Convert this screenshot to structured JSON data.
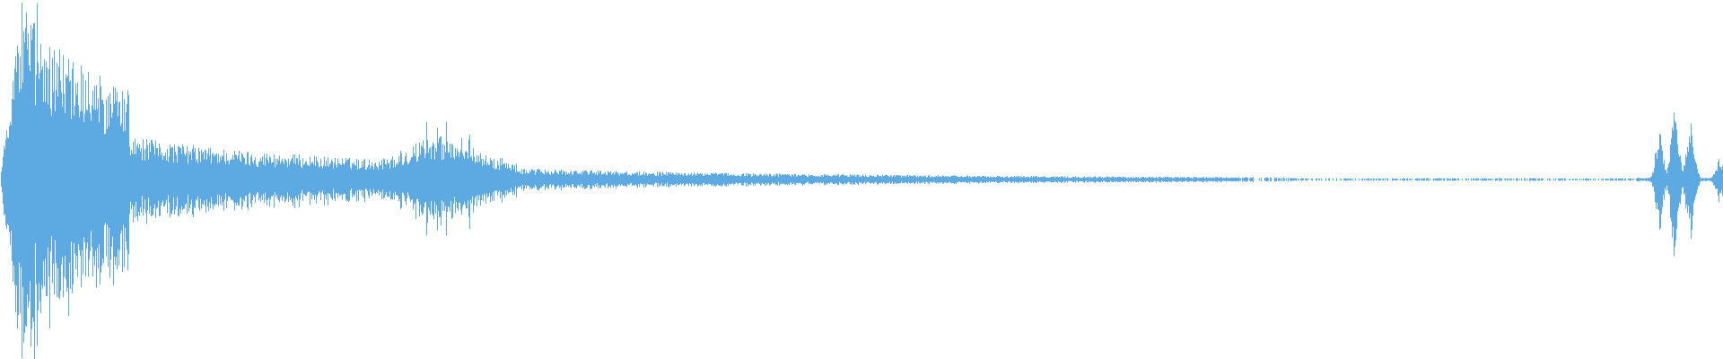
{
  "waveform": {
    "color": "#5DA9E1",
    "background": "#FFFFFF",
    "segments": [
      {
        "label": "early-burst",
        "start": 0.0,
        "end": 0.075,
        "peak": 0.92
      },
      {
        "label": "early-decay",
        "start": 0.075,
        "end": 0.22,
        "peak": 0.2
      },
      {
        "label": "mid-burst",
        "start": 0.22,
        "end": 0.3,
        "peak": 0.22
      },
      {
        "label": "taper",
        "start": 0.3,
        "end": 0.75,
        "peak": 0.05
      },
      {
        "label": "near-silence",
        "start": 0.75,
        "end": 0.95,
        "peak": 0.01
      },
      {
        "label": "final-pulses",
        "start": 0.95,
        "end": 1.0,
        "peak": 0.42
      }
    ]
  }
}
